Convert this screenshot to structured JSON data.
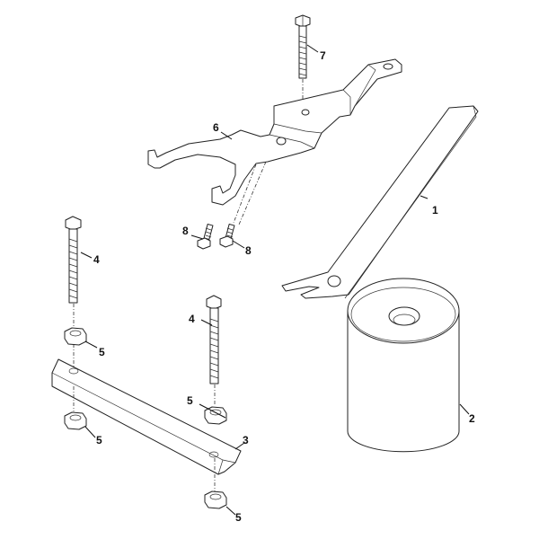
{
  "diagram": {
    "type": "exploded parts diagram",
    "callouts": [
      {
        "id": "c1",
        "label": "1",
        "part": "flat-wrench-bar"
      },
      {
        "id": "c2",
        "label": "2",
        "part": "cylindrical-spacer"
      },
      {
        "id": "c3",
        "label": "3",
        "part": "rectangular-bar"
      },
      {
        "id": "c4a",
        "label": "4",
        "part": "hex-bolt-left"
      },
      {
        "id": "c4b",
        "label": "4",
        "part": "hex-bolt-right"
      },
      {
        "id": "c5a",
        "label": "5",
        "part": "hex-nut-upper-left"
      },
      {
        "id": "c5b",
        "label": "5",
        "part": "hex-nut-lower-left"
      },
      {
        "id": "c5c",
        "label": "5",
        "part": "hex-nut-upper-right"
      },
      {
        "id": "c5d",
        "label": "5",
        "part": "hex-nut-bottom-right"
      },
      {
        "id": "c6",
        "label": "6",
        "part": "forked-bracket"
      },
      {
        "id": "c7",
        "label": "7",
        "part": "long-bolt"
      },
      {
        "id": "c8a",
        "label": "8",
        "part": "small-screw-left"
      },
      {
        "id": "c8b",
        "label": "8",
        "part": "small-screw-right"
      }
    ]
  }
}
